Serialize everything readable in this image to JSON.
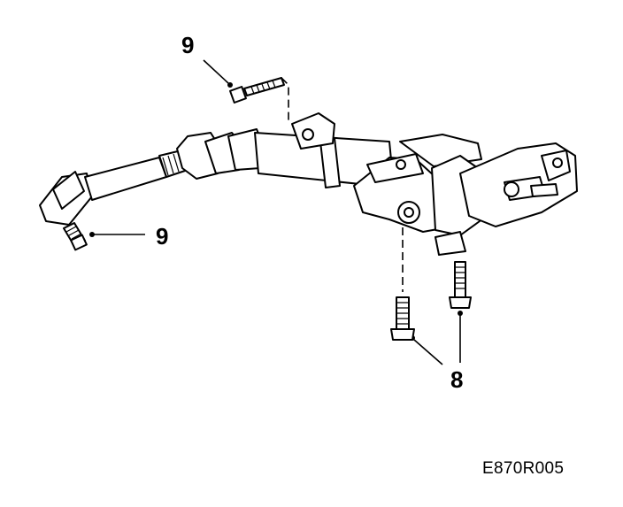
{
  "callouts": {
    "bolt_upper_left": "9",
    "bolt_lower_left": "9",
    "bolts_lower_right": "8"
  },
  "diagram_code": "E870R005"
}
